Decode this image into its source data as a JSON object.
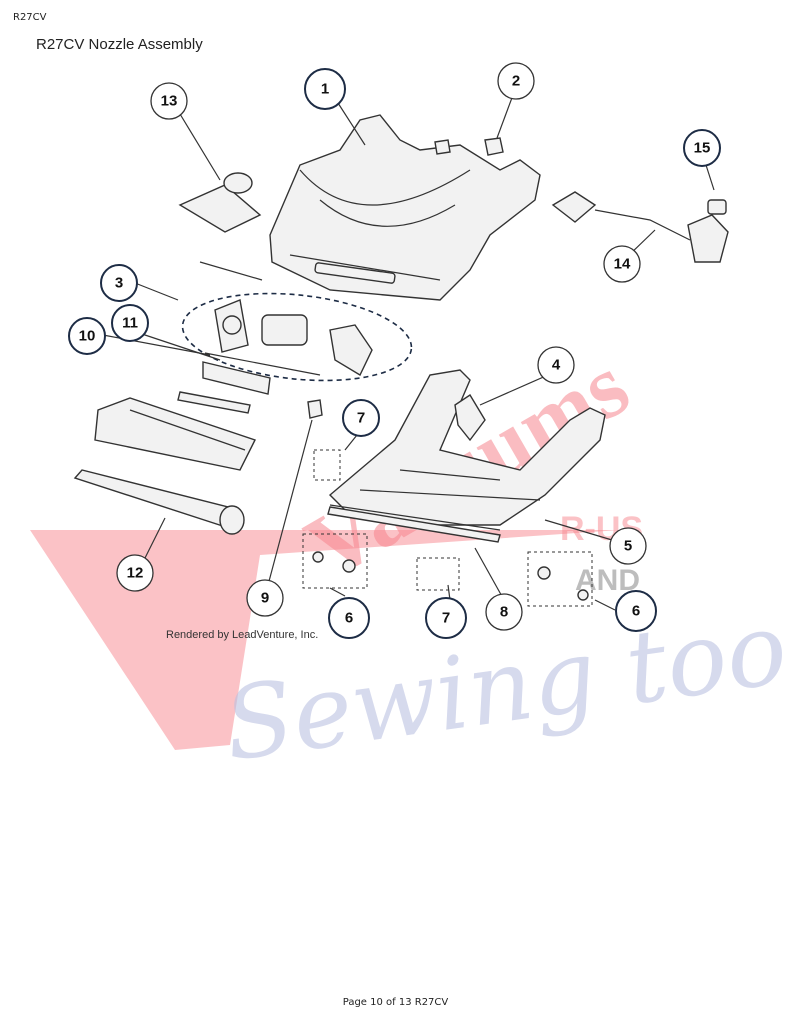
{
  "header": {
    "code": "R27CV"
  },
  "title": "R27CV Nozzle Assembly",
  "credit": "Rendered by LeadVenture, Inc.",
  "footer": "Page 10 of 13 R27CV",
  "watermark": {
    "word1": "Vacuums",
    "badge_top": "R-US",
    "badge_bottom": "AND",
    "word2": "Sewing too",
    "colors": {
      "red": "#f5707a",
      "blue": "#aeb6dc"
    }
  },
  "callouts": {
    "c1": "1",
    "c2": "2",
    "c3": "3",
    "c4": "4",
    "c5": "5",
    "c6a": "6",
    "c6b": "6",
    "c7a": "7",
    "c7b": "7",
    "c8": "8",
    "c9": "9",
    "c10": "10",
    "c11": "11",
    "c12": "12",
    "c13": "13",
    "c14": "14",
    "c15": "15"
  }
}
